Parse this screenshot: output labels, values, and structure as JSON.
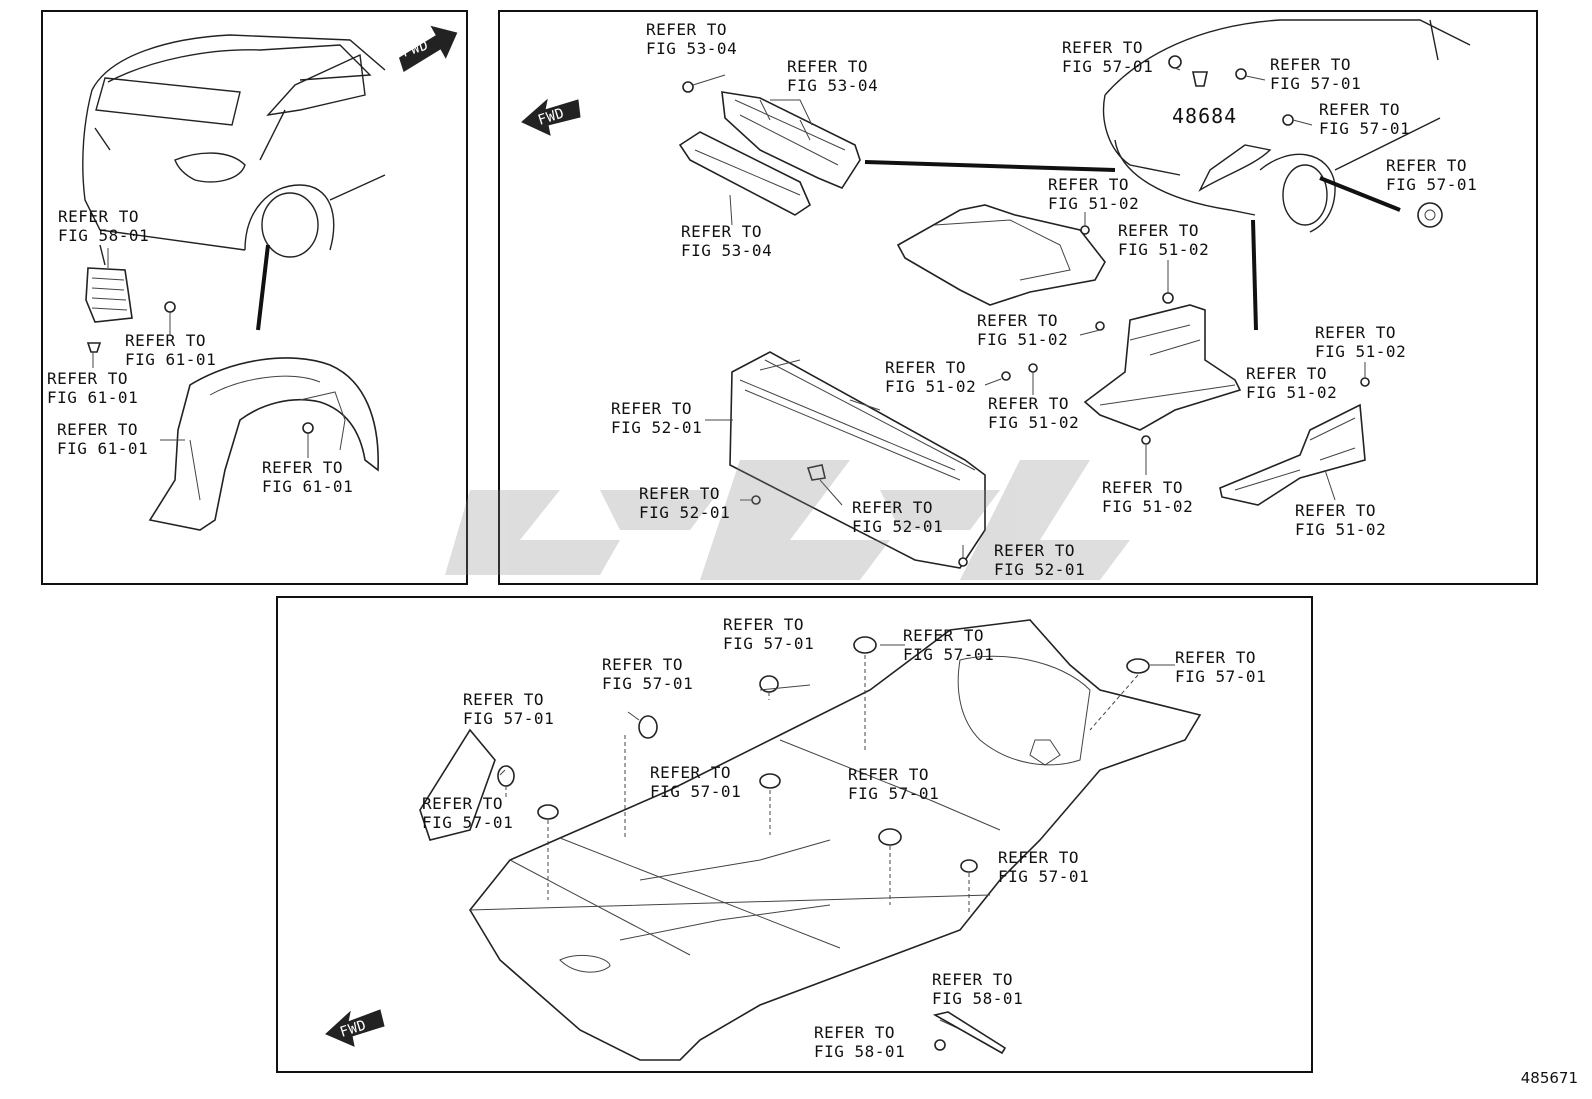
{
  "diagram": {
    "colors": {
      "line": "#222222",
      "watermark": "#9a9a9a",
      "background": "#ffffff"
    },
    "fwd_label": "FWD",
    "part_number": "48684",
    "footer_code": "485671",
    "panels": {
      "left": {
        "labels": [
          {
            "l1": "REFER TO",
            "l2": "FIG 58-01"
          },
          {
            "l1": "REFER TO",
            "l2": "FIG 61-01"
          },
          {
            "l1": "REFER TO",
            "l2": "FIG 61-01"
          },
          {
            "l1": "REFER TO",
            "l2": "FIG 61-01"
          },
          {
            "l1": "REFER TO",
            "l2": "FIG 61-01"
          }
        ]
      },
      "right": {
        "labels": [
          {
            "l1": "REFER TO",
            "l2": "FIG 53-04"
          },
          {
            "l1": "REFER TO",
            "l2": "FIG 53-04"
          },
          {
            "l1": "REFER TO",
            "l2": "FIG 53-04"
          },
          {
            "l1": "REFER TO",
            "l2": "FIG 57-01"
          },
          {
            "l1": "REFER TO",
            "l2": "FIG 57-01"
          },
          {
            "l1": "REFER TO",
            "l2": "FIG 57-01"
          },
          {
            "l1": "REFER TO",
            "l2": "FIG 57-01"
          },
          {
            "l1": "REFER TO",
            "l2": "FIG 51-02"
          },
          {
            "l1": "REFER TO",
            "l2": "FIG 51-02"
          },
          {
            "l1": "REFER TO",
            "l2": "FIG 51-02"
          },
          {
            "l1": "REFER TO",
            "l2": "FIG 51-02"
          },
          {
            "l1": "REFER TO",
            "l2": "FIG 51-02"
          },
          {
            "l1": "REFER TO",
            "l2": "FIG 51-02"
          },
          {
            "l1": "REFER TO",
            "l2": "FIG 51-02"
          },
          {
            "l1": "REFER TO",
            "l2": "FIG 51-02"
          },
          {
            "l1": "REFER TO",
            "l2": "FIG 51-02"
          },
          {
            "l1": "REFER TO",
            "l2": "FIG 52-01"
          },
          {
            "l1": "REFER TO",
            "l2": "FIG 52-01"
          },
          {
            "l1": "REFER TO",
            "l2": "FIG 52-01"
          },
          {
            "l1": "REFER TO",
            "l2": "FIG 52-01"
          }
        ]
      },
      "bottom": {
        "labels": [
          {
            "l1": "REFER TO",
            "l2": "FIG 57-01"
          },
          {
            "l1": "REFER TO",
            "l2": "FIG 57-01"
          },
          {
            "l1": "REFER TO",
            "l2": "FIG 57-01"
          },
          {
            "l1": "REFER TO",
            "l2": "FIG 57-01"
          },
          {
            "l1": "REFER TO",
            "l2": "FIG 57-01"
          },
          {
            "l1": "REFER TO",
            "l2": "FIG 57-01"
          },
          {
            "l1": "REFER TO",
            "l2": "FIG 57-01"
          },
          {
            "l1": "REFER TO",
            "l2": "FIG 57-01"
          },
          {
            "l1": "REFER TO",
            "l2": "FIG 57-01"
          },
          {
            "l1": "REFER TO",
            "l2": "FIG 58-01"
          },
          {
            "l1": "REFER TO",
            "l2": "FIG 58-01"
          }
        ]
      }
    }
  }
}
